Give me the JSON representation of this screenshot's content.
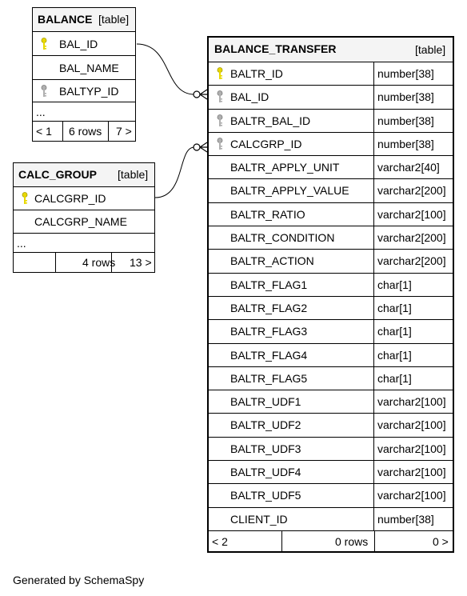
{
  "colors": {
    "primary_key": "#e8d800",
    "foreign_key": "#9a9a9a",
    "header_bg": "#f4f4f4"
  },
  "tables": {
    "balance": {
      "name": "BALANCE",
      "kind": "[table]",
      "columns": [
        {
          "name": "BAL_ID",
          "key": "primary"
        },
        {
          "name": "BAL_NAME",
          "key": "none"
        },
        {
          "name": "BALTYP_ID",
          "key": "foreign"
        }
      ],
      "ellipsis": "...",
      "footer": {
        "parents": "< 1",
        "rows": "6 rows",
        "children": "7 >"
      }
    },
    "calc_group": {
      "name": "CALC_GROUP",
      "kind": "[table]",
      "columns": [
        {
          "name": "CALCGRP_ID",
          "key": "primary"
        },
        {
          "name": "CALCGRP_NAME",
          "key": "none"
        }
      ],
      "ellipsis": "...",
      "footer": {
        "parents": "",
        "rows": "4 rows",
        "children": "13 >"
      }
    },
    "balance_transfer": {
      "name": "BALANCE_TRANSFER",
      "kind": "[table]",
      "columns": [
        {
          "name": "BALTR_ID",
          "type": "number[38]",
          "key": "primary"
        },
        {
          "name": "BAL_ID",
          "type": "number[38]",
          "key": "foreign"
        },
        {
          "name": "BALTR_BAL_ID",
          "type": "number[38]",
          "key": "foreign"
        },
        {
          "name": "CALCGRP_ID",
          "type": "number[38]",
          "key": "foreign"
        },
        {
          "name": "BALTR_APPLY_UNIT",
          "type": "varchar2[40]",
          "key": "none"
        },
        {
          "name": "BALTR_APPLY_VALUE",
          "type": "varchar2[200]",
          "key": "none"
        },
        {
          "name": "BALTR_RATIO",
          "type": "varchar2[100]",
          "key": "none"
        },
        {
          "name": "BALTR_CONDITION",
          "type": "varchar2[200]",
          "key": "none"
        },
        {
          "name": "BALTR_ACTION",
          "type": "varchar2[200]",
          "key": "none"
        },
        {
          "name": "BALTR_FLAG1",
          "type": "char[1]",
          "key": "none"
        },
        {
          "name": "BALTR_FLAG2",
          "type": "char[1]",
          "key": "none"
        },
        {
          "name": "BALTR_FLAG3",
          "type": "char[1]",
          "key": "none"
        },
        {
          "name": "BALTR_FLAG4",
          "type": "char[1]",
          "key": "none"
        },
        {
          "name": "BALTR_FLAG5",
          "type": "char[1]",
          "key": "none"
        },
        {
          "name": "BALTR_UDF1",
          "type": "varchar2[100]",
          "key": "none"
        },
        {
          "name": "BALTR_UDF2",
          "type": "varchar2[100]",
          "key": "none"
        },
        {
          "name": "BALTR_UDF3",
          "type": "varchar2[100]",
          "key": "none"
        },
        {
          "name": "BALTR_UDF4",
          "type": "varchar2[100]",
          "key": "none"
        },
        {
          "name": "BALTR_UDF5",
          "type": "varchar2[100]",
          "key": "none"
        },
        {
          "name": "CLIENT_ID",
          "type": "number[38]",
          "key": "none"
        }
      ],
      "footer": {
        "parents": "< 2",
        "rows": "0 rows",
        "children": "0 >"
      }
    }
  },
  "footer_text": "Generated by SchemaSpy"
}
